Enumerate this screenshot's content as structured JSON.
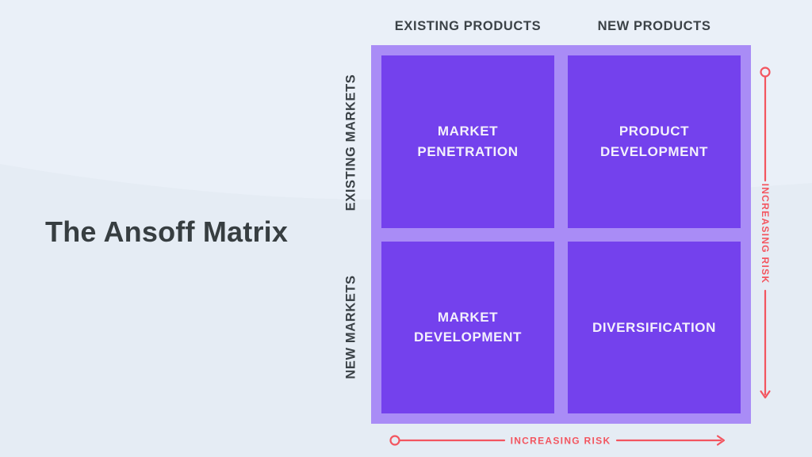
{
  "page": {
    "title": "The Ansoff Matrix"
  },
  "matrix": {
    "column_headers": [
      "EXISTING PRODUCTS",
      "NEW PRODUCTS"
    ],
    "row_headers": [
      "EXISTING MARKETS",
      "NEW MARKETS"
    ],
    "cells": [
      "MARKET PENETRATION",
      "PRODUCT DEVELOPMENT",
      "MARKET DEVELOPMENT",
      "DIVERSIFICATION"
    ]
  },
  "arrows": {
    "vertical_label": "INCREASING RISK",
    "horizontal_label": "INCREASING RISK"
  },
  "colors": {
    "background": "#eaf0f8",
    "background_wave": "#e5ecf4",
    "matrix_frame": "#a98cf6",
    "matrix_cell": "#7441ed",
    "cell_text": "#f3f0fc",
    "heading_text": "#3b4247",
    "risk_accent": "#f3555f"
  }
}
